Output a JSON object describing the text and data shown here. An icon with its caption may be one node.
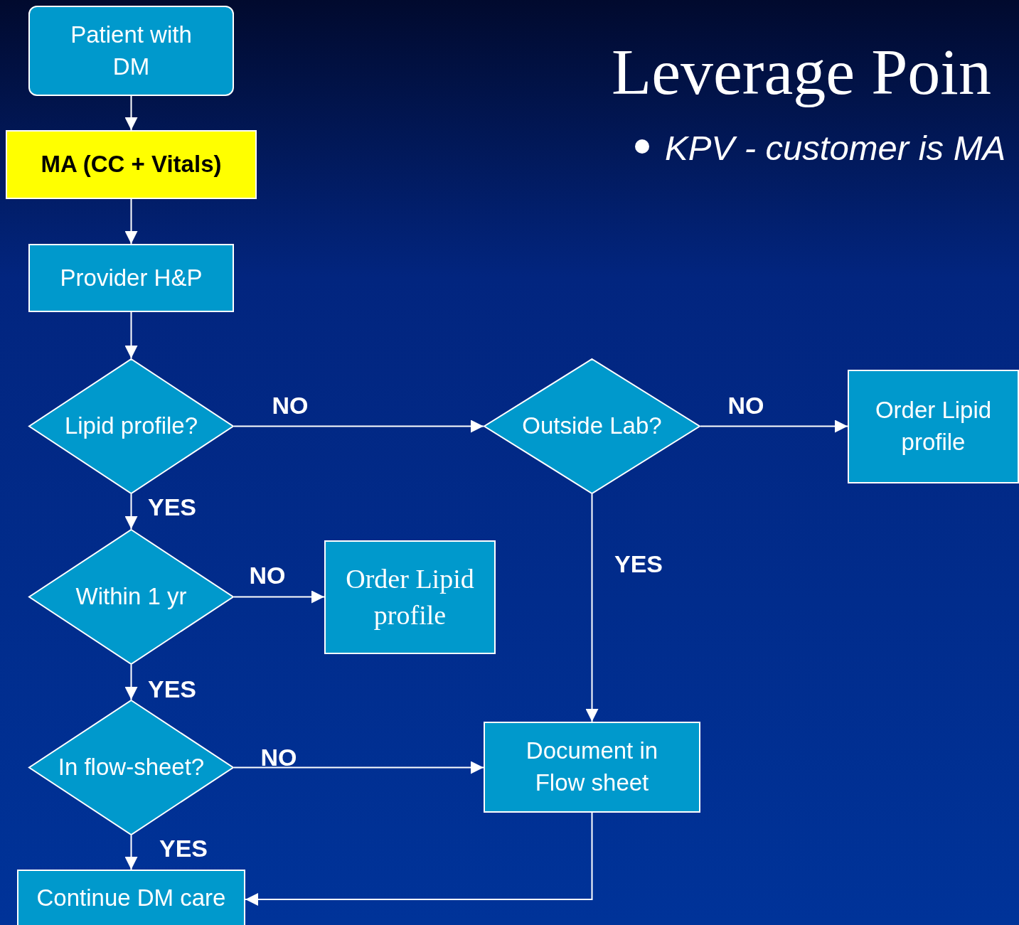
{
  "diagram": {
    "title": "Leverage Poin",
    "nodes": [
      {
        "text": [
          "Patient with DM"
        ]
      },
      {
        "text": [
          "MA (CC + Vitals)"
        ]
      },
      {
        "text": [
          "Provider H&P"
        ]
      },
      {
        "text": [
          "Lipid profile?"
        ]
      },
      {
        "text": [
          "Outside Lab?"
        ]
      },
      {
        "text": [
          "Order Lipid profile"
        ]
      },
      {
        "text": [
          "Within 1 yr"
        ]
      },
      {
        "text": [
          "Order Lipid profile"
        ]
      },
      {
        "text": [
          "In flow-sheet?"
        ]
      },
      {
        "text": [
          "Document in Flow sheet"
        ]
      },
      {
        "text": [
          "Continue DM care"
        ]
      }
    ],
    "edges": [
      {
        "from": 0,
        "to": 1,
        "arrow": "to"
      },
      {
        "from": 1,
        "to": 2,
        "arrow": "to"
      },
      {
        "from": 2,
        "to": 3,
        "arrow": "to"
      },
      {
        "from": 3,
        "to": 4,
        "arrow": "to",
        "label": "NO"
      },
      {
        "from": 4,
        "to": 5,
        "arrow": "to",
        "label": "NO"
      },
      {
        "from": 3,
        "to": 6,
        "arrow": "to",
        "label": "YES"
      },
      {
        "from": 6,
        "to": 7,
        "arrow": "to",
        "label": "NO"
      },
      {
        "from": 6,
        "to": 8,
        "arrow": "to",
        "label": "YES"
      },
      {
        "from": 8,
        "to": 9,
        "arrow": "to",
        "label": "NO"
      },
      {
        "from": 8,
        "to": 10,
        "arrow": "to",
        "label": "YES"
      },
      {
        "from": 4,
        "to": 9,
        "arrow": "to",
        "label": "YES"
      },
      {
        "from": 9,
        "to": 10,
        "arrow": "to"
      }
    ],
    "labels": [
      "KPV - customer is MA"
    ]
  }
}
